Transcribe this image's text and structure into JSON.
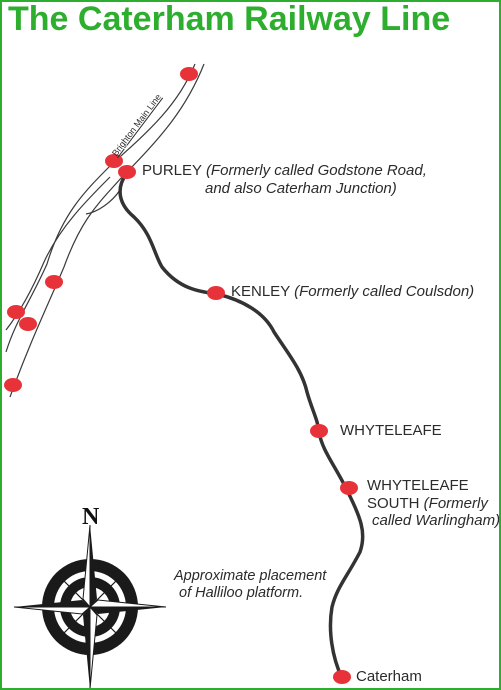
{
  "title": "The Caterham Railway Line",
  "main_line_label": "Brighton Main Line",
  "stations": [
    {
      "name": "PURLEY",
      "note_line1": "(Formerly called Godstone Road,",
      "note_line2": "and also Caterham Junction)"
    },
    {
      "name": "KENLEY",
      "note_line1": "(Formerly called Coulsdon)"
    },
    {
      "name": "WHYTELEAFE"
    },
    {
      "name": "WHYTELEAFE",
      "name_line2": "SOUTH",
      "note_line1": "(Formerly",
      "note_line2": "called Warlingham)"
    },
    {
      "name": "Caterham"
    }
  ],
  "halliloo_note": {
    "line1": "Approximate placement",
    "line2": "of Halliloo platform."
  },
  "compass_north": "N",
  "colors": {
    "title": "#2eae2e",
    "border": "#2eae2e",
    "station_dot": "#e8323a",
    "track": "#333333"
  }
}
